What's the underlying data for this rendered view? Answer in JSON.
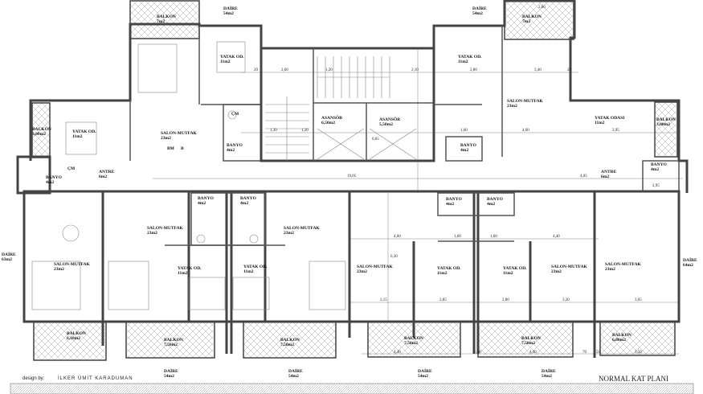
{
  "rooms": [
    {
      "name": "BALKON",
      "area": "7m2"
    },
    {
      "name": "DAİRE",
      "area": "54m2"
    },
    {
      "name": "YATAK OD.",
      "area": "11m2"
    },
    {
      "name": "SALON-MUTFAK",
      "area": "23m2"
    },
    {
      "name": "BALKON",
      "area": "3,00m2"
    },
    {
      "name": "YATAK OD.",
      "area": "11m2"
    },
    {
      "name": "BANYO",
      "area": "4m2"
    },
    {
      "name": "BANYO",
      "area": "4m2"
    },
    {
      "name": "ANTRE",
      "area": "6m2"
    },
    {
      "name": "ASANSÖR",
      "area": "6,50m2"
    },
    {
      "name": "ASANSÖR",
      "area": "5,50m2"
    },
    {
      "name": "DAİRE",
      "area": "54m2"
    },
    {
      "name": "BALKON",
      "area": "7m2"
    },
    {
      "name": "YATAK OD.",
      "area": "11m2"
    },
    {
      "name": "SALON-MUTFAK",
      "area": "23m2"
    },
    {
      "name": "BANYO",
      "area": "4m2"
    },
    {
      "name": "YATAK ODASI",
      "area": "11m2"
    },
    {
      "name": "BALKON",
      "area": "3,00m2"
    },
    {
      "name": "ANTRE",
      "area": "6m2"
    },
    {
      "name": "BANYO",
      "area": "4m2"
    },
    {
      "name": "DAİRE",
      "area": "63m2"
    },
    {
      "name": "SALON-MUTFAK",
      "area": "23m2"
    },
    {
      "name": "BALKON",
      "area": "6,10m2"
    },
    {
      "name": "SALON-MUTFAK",
      "area": "23m2"
    },
    {
      "name": "BANYO",
      "area": "4m2"
    },
    {
      "name": "BANYO",
      "area": "4m2"
    },
    {
      "name": "YATAK OD.",
      "area": "11m2"
    },
    {
      "name": "YATAK OD.",
      "area": "11m2"
    },
    {
      "name": "SALON-MUTFAK",
      "area": "23m2"
    },
    {
      "name": "BALKON",
      "area": "7,50m2"
    },
    {
      "name": "BALKON",
      "area": "7,50m2"
    },
    {
      "name": "DAİRE",
      "area": "54m2"
    },
    {
      "name": "DAİRE",
      "area": "54m2"
    },
    {
      "name": "SALON-MUTFAK",
      "area": "23m2"
    },
    {
      "name": "YATAK OD.",
      "area": "11m2"
    },
    {
      "name": "BANYO",
      "area": "4m2"
    },
    {
      "name": "BANYO",
      "area": "4m2"
    },
    {
      "name": "YATAK OD.",
      "area": "11m2"
    },
    {
      "name": "SALON-MUTFAK",
      "area": "23m2"
    },
    {
      "name": "SALON-MUTFAK",
      "area": "23m2"
    },
    {
      "name": "DAİRE",
      "area": "64m2"
    },
    {
      "name": "BALKON",
      "area": "7,50m2"
    },
    {
      "name": "BALKON",
      "area": "7,50m2"
    },
    {
      "name": "BALKON",
      "area": "6,80m2"
    },
    {
      "name": "DAİRE",
      "area": "54m2"
    },
    {
      "name": "DAİRE",
      "area": "54m2"
    }
  ],
  "dimensions": [
    "2,60",
    "20",
    "1,20",
    "2,10",
    "2,80",
    "3,40",
    "20",
    "1,30",
    "1,20",
    "19,05",
    "1,60",
    "4,60",
    "3,95",
    "4,05",
    "2,95",
    "4,60",
    "1,60",
    "1,60",
    "4,40",
    "6,30",
    "3,15",
    "2,85",
    "2,80",
    "3,20",
    "3,65",
    "4,40",
    "1,10",
    "4,40",
    "3,50",
    "6,65",
    "2,60",
    "70",
    "50"
  ],
  "fixtures": {
    "wc": "ÇM",
    "fridge": "B",
    "dishwasher": "BM"
  },
  "credit": {
    "prefix": "design by:",
    "author": "İLKER ÜMİT KARADUMAN"
  },
  "title": "NORMAL KAT PLANI"
}
